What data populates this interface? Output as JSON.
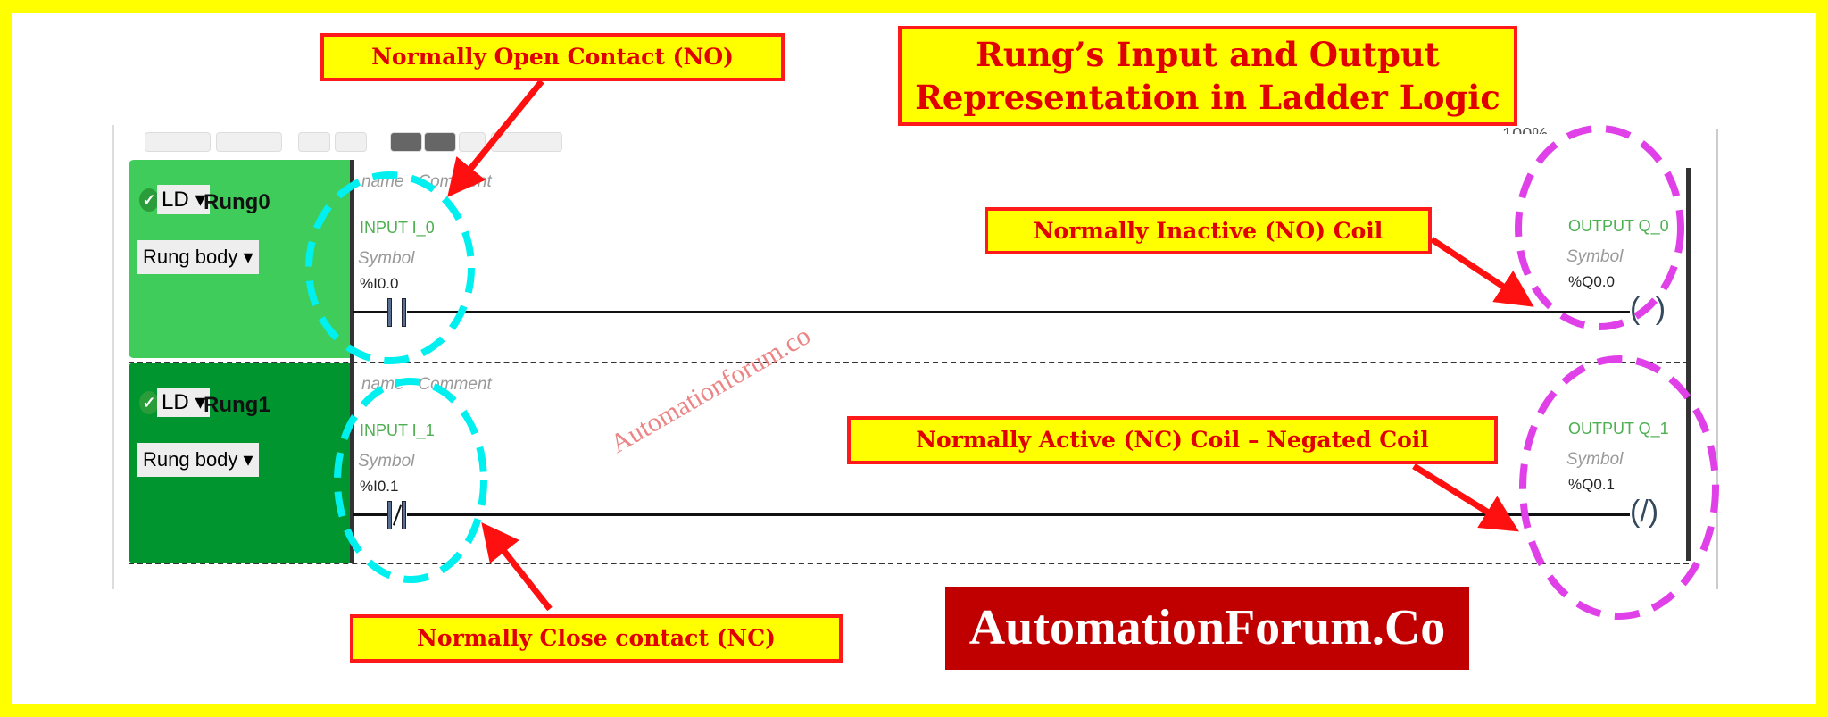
{
  "title": "Rung’s Input and Output Representation in Ladder Logic",
  "title_lines": [
    "Rung’s Input and Output",
    "Representation in Ladder Logic"
  ],
  "zoom": "100%",
  "rungs": [
    {
      "check_icon": "check-circle-icon",
      "language": "LD",
      "name": "Rung0",
      "section": "Rung body",
      "header_name": "name",
      "header_comment": "Comment",
      "input": {
        "label": "INPUT I_0",
        "symbol": "Symbol",
        "address": "%I0.0",
        "type": "normally-open-contact"
      },
      "output": {
        "label": "OUTPUT Q_0",
        "symbol": "Symbol",
        "address": "%Q0.0",
        "coil": "( )"
      },
      "color": "#3fcc5a"
    },
    {
      "check_icon": "check-circle-icon",
      "language": "LD",
      "name": "Rung1",
      "section": "Rung body",
      "header_name": "name",
      "header_comment": "Comment",
      "input": {
        "label": "INPUT I_1",
        "symbol": "Symbol",
        "address": "%I0.1",
        "type": "normally-closed-contact"
      },
      "output": {
        "label": "OUTPUT Q_1",
        "symbol": "Symbol",
        "address": "%Q0.1",
        "coil": "(/)"
      },
      "color": "#00952f"
    }
  ],
  "callouts": {
    "no_contact": "Normally Open Contact (NO)",
    "no_coil": "Normally Inactive (NO) Coil",
    "nc_coil": "Normally Active (NC) Coil – Negated Coil",
    "nc_contact": "Normally Close contact (NC)"
  },
  "watermark": "Automationforum.co",
  "brand": "AutomationForum.Co",
  "colors": {
    "border": "#ffff00",
    "callout_border": "#ff1a1a",
    "callout_text": "#e00000",
    "input_highlight": "#00f0f0",
    "output_highlight": "#e040e8",
    "brand_bg": "#c00000"
  }
}
